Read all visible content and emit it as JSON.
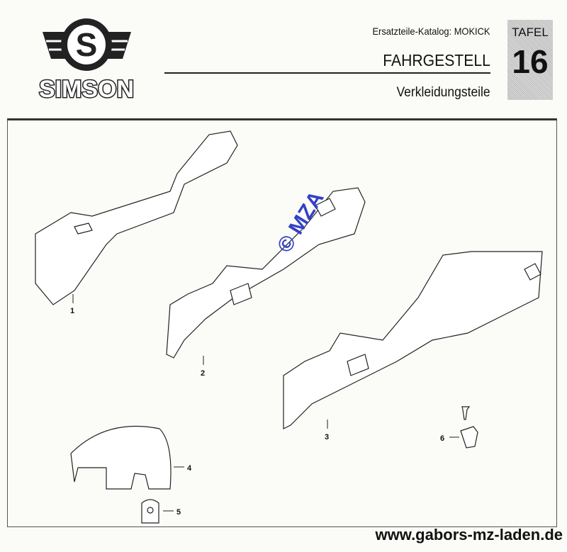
{
  "header": {
    "brand": "SIMSON",
    "catalog_title": "Ersatzteile-Katalog: MOKICK",
    "section": "FAHRGESTELL",
    "subsection": "Verkleidungsteile",
    "plate_label": "TAFEL",
    "plate_number": "16"
  },
  "watermark": "© MZA",
  "parts": [
    {
      "number": "1"
    },
    {
      "number": "2"
    },
    {
      "number": "3"
    },
    {
      "number": "4"
    },
    {
      "number": "5"
    },
    {
      "number": "6"
    }
  ],
  "footer": {
    "url": "www.gabors-mz-laden.de"
  },
  "colors": {
    "watermark": "#3340c8"
  }
}
